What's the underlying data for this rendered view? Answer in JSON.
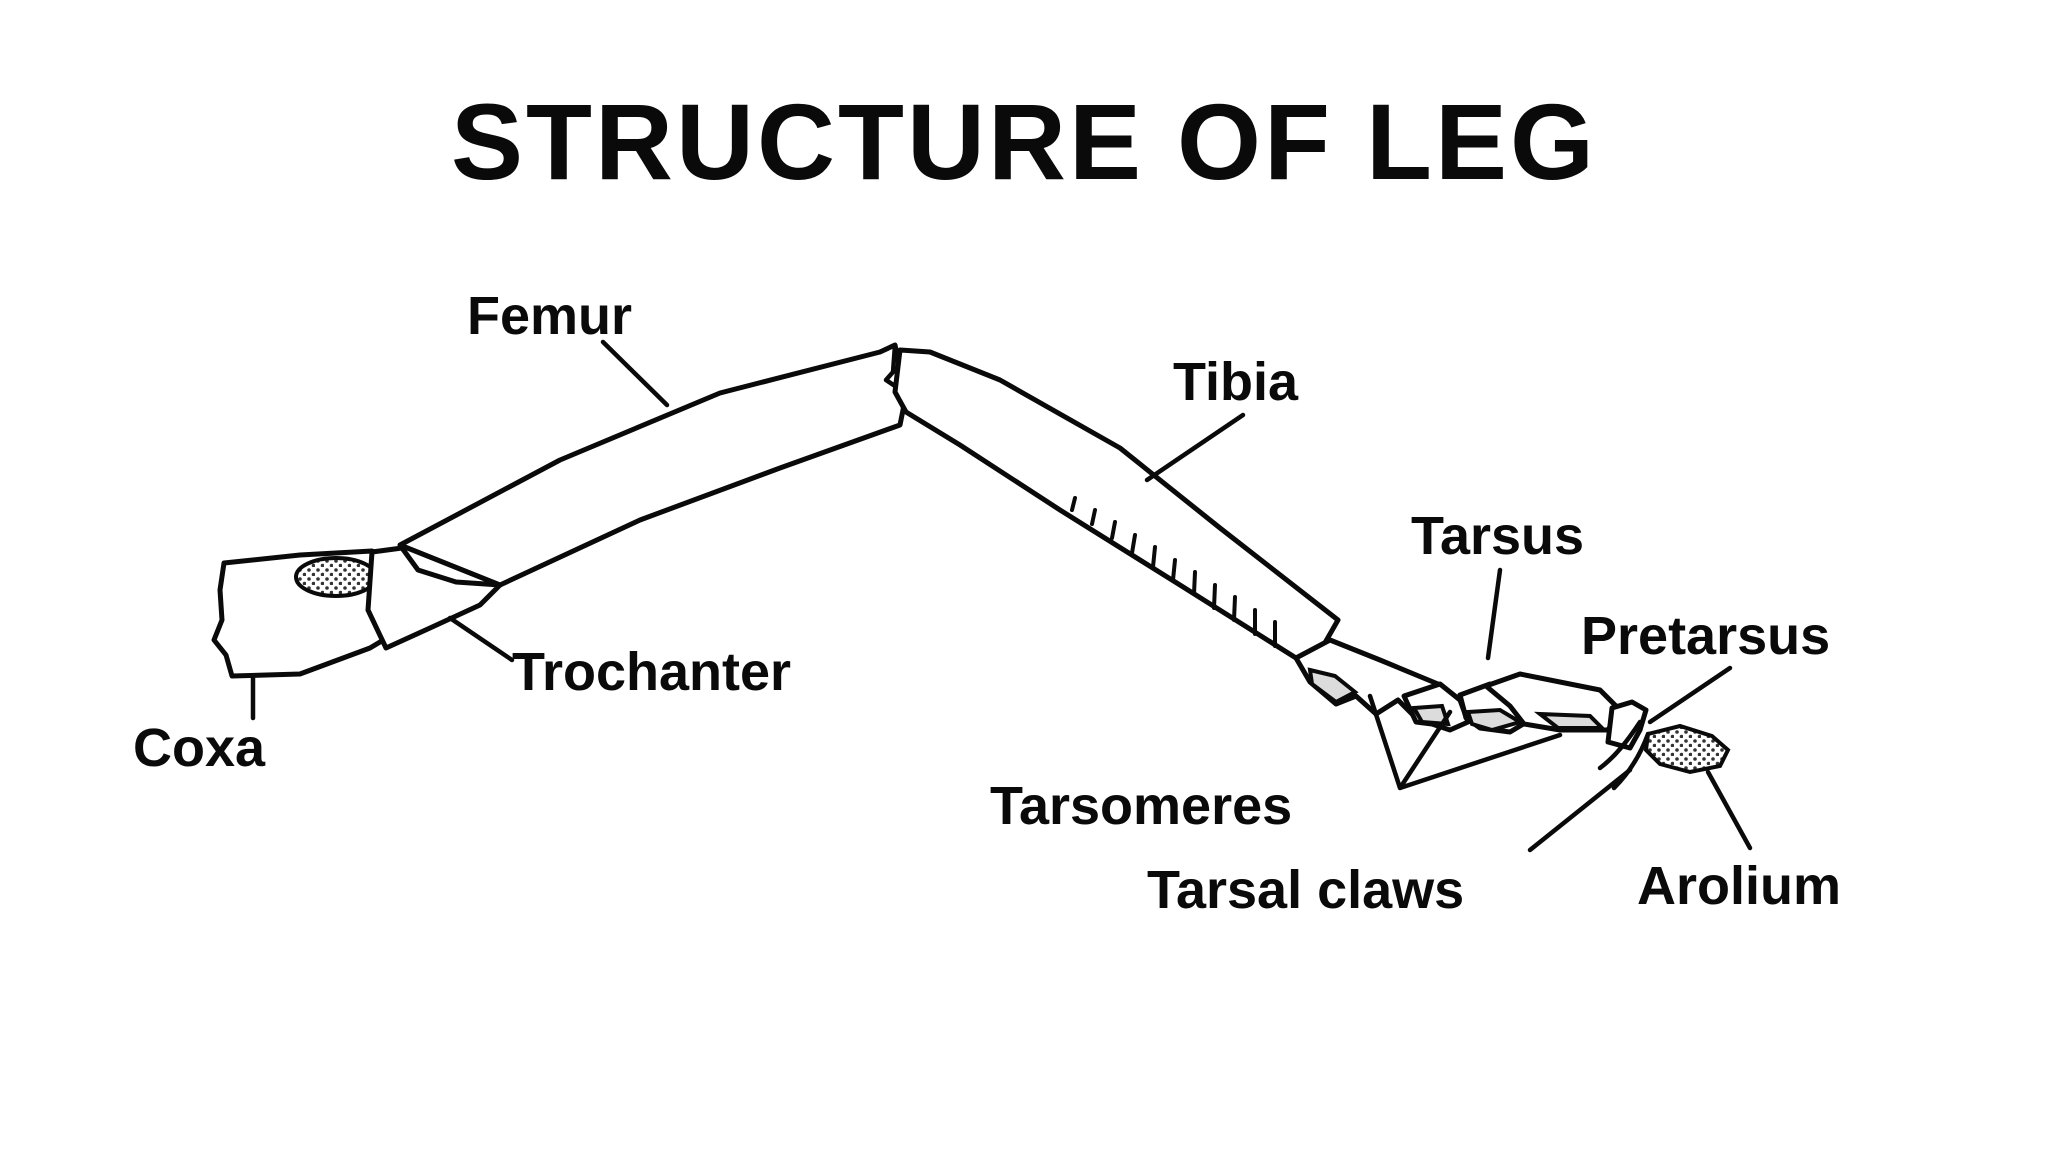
{
  "title": "STRUCTURE OF LEG",
  "labels": {
    "femur": "Femur",
    "tibia": "Tibia",
    "tarsus": "Tarsus",
    "pretarsus": "Pretarsus",
    "trochanter": "Trochanter",
    "coxa": "Coxa",
    "tarsomeres": "Tarsomeres",
    "tarsal_claws": "Tarsal claws",
    "arolium": "Arolium"
  }
}
